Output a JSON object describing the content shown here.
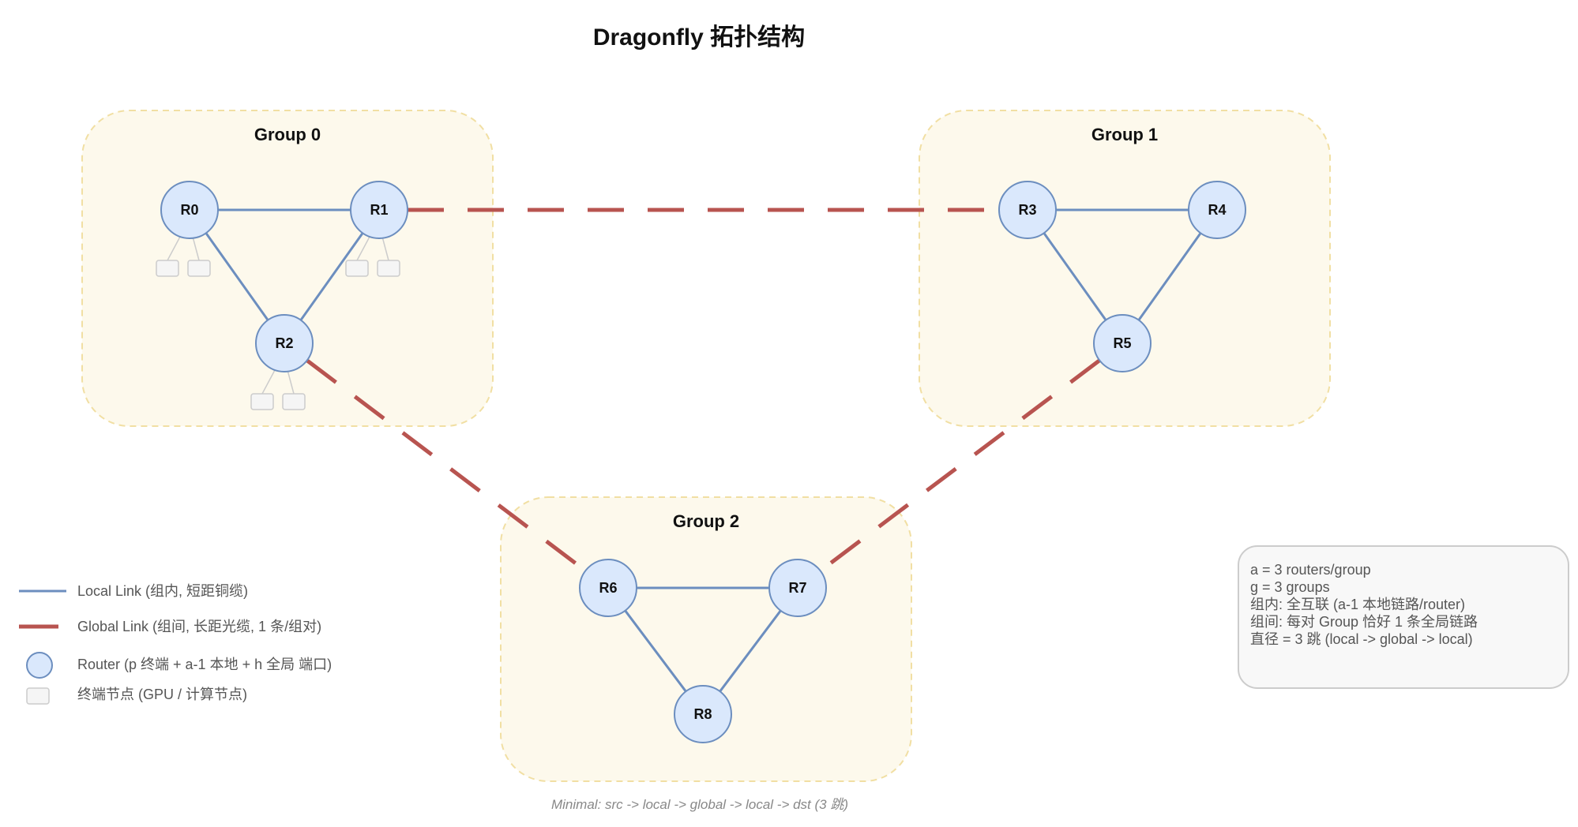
{
  "title": "Dragonfly 拓扑结构",
  "groups": [
    {
      "id": "g0",
      "label": "Group 0"
    },
    {
      "id": "g1",
      "label": "Group 1"
    },
    {
      "id": "g2",
      "label": "Group 2"
    }
  ],
  "routers": [
    {
      "id": "R0",
      "label": "R0",
      "group": "g0",
      "terminals": 2
    },
    {
      "id": "R1",
      "label": "R1",
      "group": "g0",
      "terminals": 2
    },
    {
      "id": "R2",
      "label": "R2",
      "group": "g0",
      "terminals": 2
    },
    {
      "id": "R3",
      "label": "R3",
      "group": "g1",
      "terminals": 0
    },
    {
      "id": "R4",
      "label": "R4",
      "group": "g1",
      "terminals": 0
    },
    {
      "id": "R5",
      "label": "R5",
      "group": "g1",
      "terminals": 0
    },
    {
      "id": "R6",
      "label": "R6",
      "group": "g2",
      "terminals": 0
    },
    {
      "id": "R7",
      "label": "R7",
      "group": "g2",
      "terminals": 0
    },
    {
      "id": "R8",
      "label": "R8",
      "group": "g2",
      "terminals": 0
    }
  ],
  "local_links": [
    [
      "R0",
      "R1"
    ],
    [
      "R0",
      "R2"
    ],
    [
      "R1",
      "R2"
    ],
    [
      "R3",
      "R4"
    ],
    [
      "R3",
      "R5"
    ],
    [
      "R4",
      "R5"
    ],
    [
      "R6",
      "R7"
    ],
    [
      "R6",
      "R8"
    ],
    [
      "R7",
      "R8"
    ]
  ],
  "global_links": [
    [
      "R1",
      "R3"
    ],
    [
      "R2",
      "R6"
    ],
    [
      "R5",
      "R7"
    ]
  ],
  "legend": {
    "local_link": "Local Link (组内, 短距铜缆)",
    "global_link": "Global Link (组间, 长距光缆, 1 条/组对)",
    "router": "Router (p 终端 + a-1 本地 + h 全局 端口)",
    "terminal": "终端节点 (GPU / 计算节点)"
  },
  "info": {
    "lines": [
      "a = 3 routers/group",
      "g = 3 groups",
      "组内: 全互联 (a-1 本地链路/router)",
      "组间: 每对 Group 恰好 1 条全局链路",
      "直径 = 3 跳 (local -> global -> local)"
    ]
  },
  "caption": "Minimal: src -> local -> global -> local -> dst (3 跳)",
  "colors": {
    "local_link": "#6c8ebf",
    "global_link": "#b85450",
    "router_fill": "#dae8fc",
    "group_fill": "#fdf9ec"
  }
}
